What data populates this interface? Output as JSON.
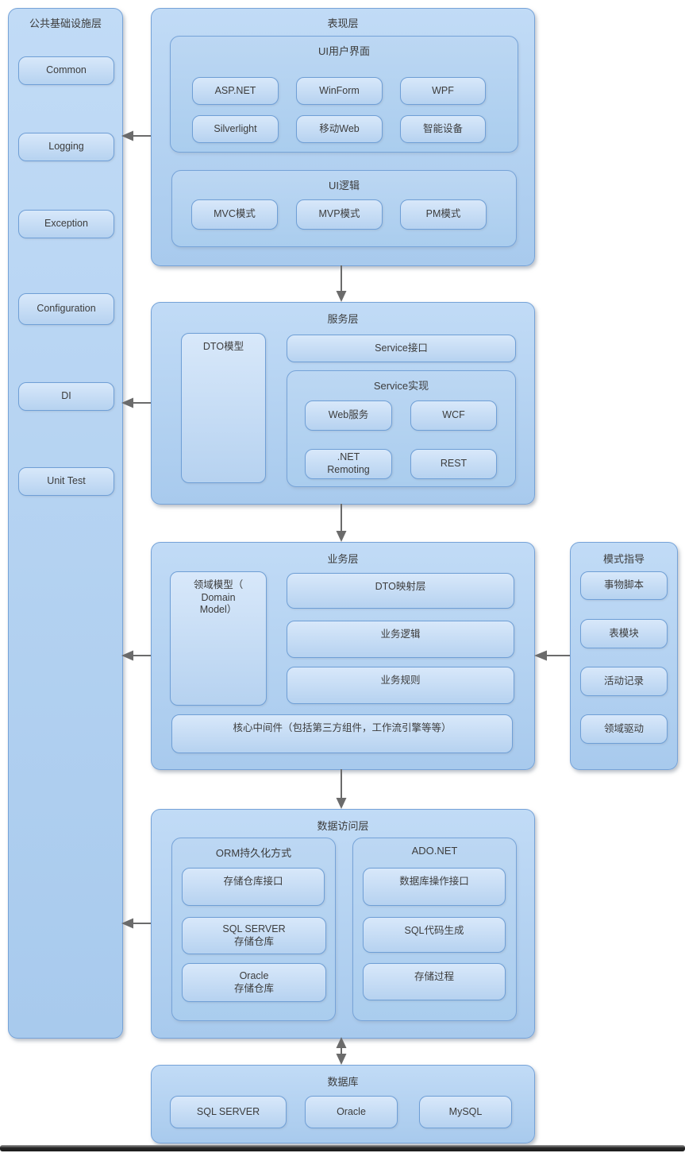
{
  "infrastructure": {
    "title": "公共基础设施层",
    "items": [
      "Common",
      "Logging",
      "Exception",
      "Configuration",
      "DI",
      "Unit Test"
    ]
  },
  "presentation": {
    "title": "表现层",
    "ui_interface": {
      "title": "UI用户界面",
      "items": [
        "ASP.NET",
        "WinForm",
        "WPF",
        "Silverlight",
        "移动Web",
        "智能设备"
      ]
    },
    "ui_logic": {
      "title": "UI逻辑",
      "items": [
        "MVC模式",
        "MVP模式",
        "PM模式"
      ]
    }
  },
  "service": {
    "title": "服务层",
    "dto_model": "DTO模型",
    "interface_label": "Service接口",
    "impl": {
      "title": "Service实现",
      "items": [
        "Web服务",
        "WCF",
        ".NET\nRemoting",
        "REST"
      ]
    }
  },
  "business": {
    "title": "业务层",
    "domain_model": "领域模型（\nDomain\nModel）",
    "items": [
      "DTO映射层",
      "业务逻辑",
      "业务规则"
    ],
    "middleware": "核心中间件（包括第三方组件，工作流引擎等等）"
  },
  "pattern": {
    "title": "模式指导",
    "items": [
      "事物脚本",
      "表模块",
      "活动记录",
      "领域驱动"
    ]
  },
  "data_access": {
    "title": "数据访问层",
    "orm": {
      "title": "ORM持久化方式",
      "items": [
        "存储仓库接口",
        "SQL SERVER\n存储仓库",
        "Oracle\n存储仓库"
      ]
    },
    "ado": {
      "title": "ADO.NET",
      "items": [
        "数据库操作接口",
        "SQL代码生成",
        "存储过程"
      ]
    }
  },
  "database": {
    "title": "数据库",
    "items": [
      "SQL SERVER",
      "Oracle",
      "MySQL"
    ]
  },
  "colors": {
    "panel_border": "#76a3d8",
    "panel_fill_top": "#c1dbf6",
    "panel_fill_bottom": "#a8caed",
    "button_fill_top": "#d8e8fa",
    "button_fill_bottom": "#b6d2f0",
    "arrow": "#6b6b6b",
    "text": "#3c3c3c"
  }
}
